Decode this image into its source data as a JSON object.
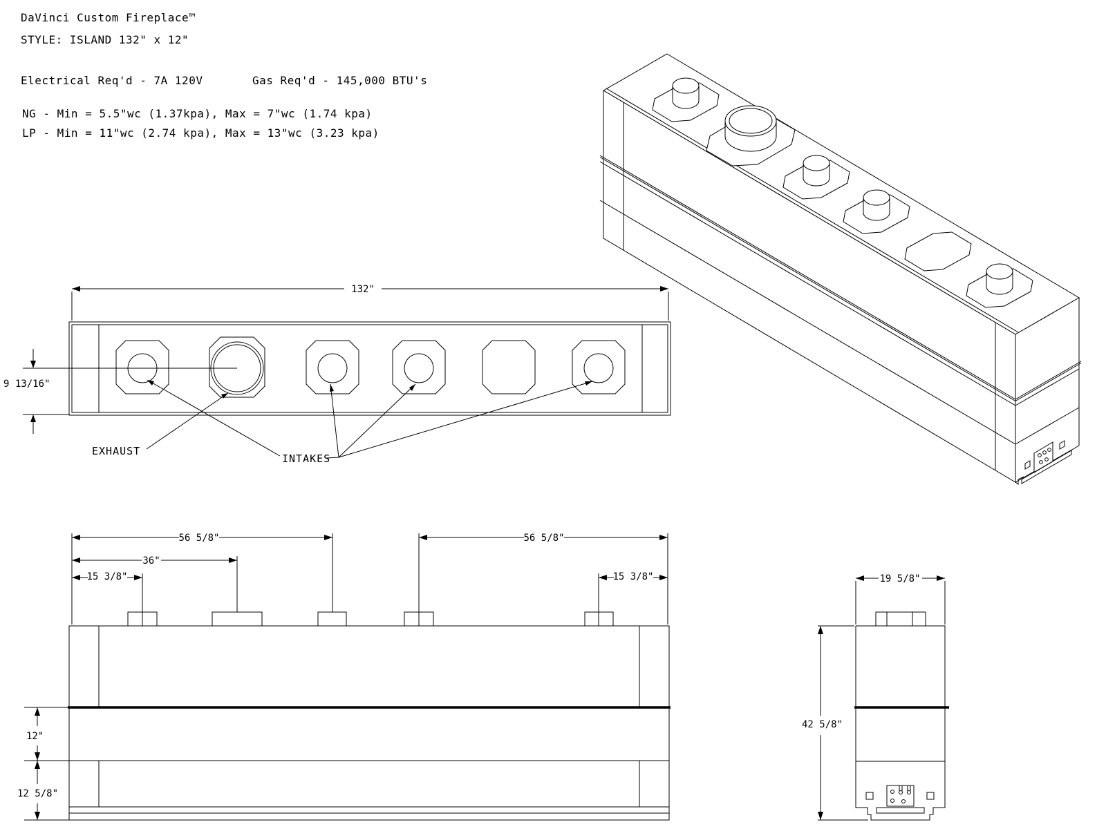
{
  "header": {
    "brand": "DaVinci Custom Fireplace™",
    "style_line": "STYLE:  ISLAND 132\" x 12\"",
    "electrical": "Electrical Req'd - 7A 120V",
    "gas": "Gas Req'd - 145,000 BTU's",
    "ng_line": "NG - Min = 5.5\"wc (1.37kpa),  Max = 7\"wc (1.74 kpa)",
    "lp_line": "LP -  Min = 11\"wc (2.74 kpa),   Max = 13\"wc (3.23 kpa)"
  },
  "plan_view": {
    "width_dim": "132\"",
    "offset_dim": "9 13/16\"",
    "exhaust_label": "EXHAUST",
    "intakes_label": "INTAKES"
  },
  "front_view": {
    "dim_56_left": "56 5/8\"",
    "dim_56_right": "56 5/8\"",
    "dim_36": "36\"",
    "dim_15_left": "15 3/8\"",
    "dim_15_right": "15 3/8\"",
    "dim_12": "12\"",
    "dim_12_58": "12 5/8\""
  },
  "side_view": {
    "dim_width": "19 5/8\"",
    "dim_height": "42 5/8\""
  },
  "colors": {
    "ink": "#000000",
    "paper": "#ffffff"
  }
}
